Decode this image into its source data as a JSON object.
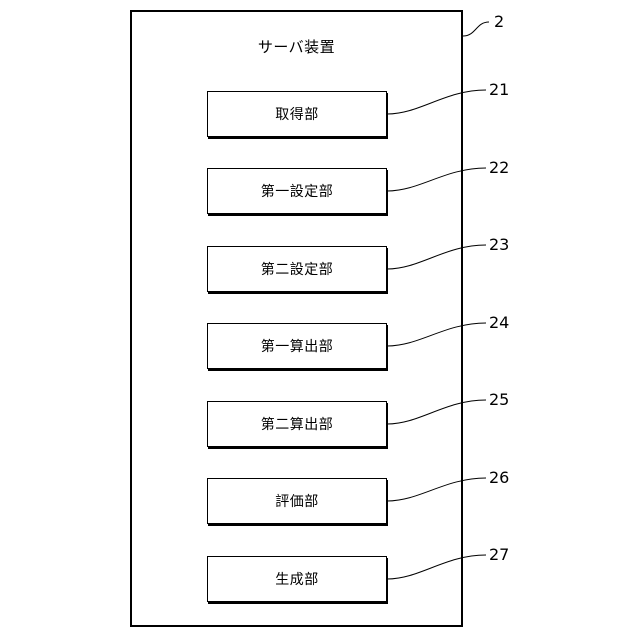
{
  "device": {
    "title": "サーバ装置",
    "ref": "2"
  },
  "units": [
    {
      "label": "取得部",
      "ref": "21"
    },
    {
      "label": "第一設定部",
      "ref": "22"
    },
    {
      "label": "第二設定部",
      "ref": "23"
    },
    {
      "label": "第一算出部",
      "ref": "24"
    },
    {
      "label": "第二算出部",
      "ref": "25"
    },
    {
      "label": "評価部",
      "ref": "26"
    },
    {
      "label": "生成部",
      "ref": "27"
    }
  ]
}
